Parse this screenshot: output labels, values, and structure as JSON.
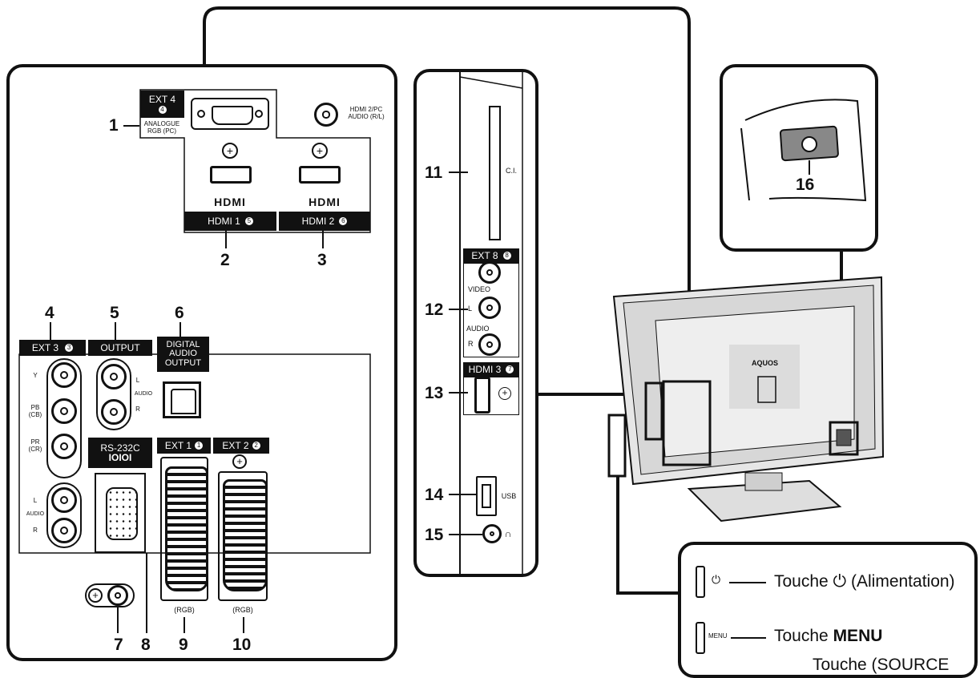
{
  "left_panel": {
    "ext4": {
      "header": "EXT 4",
      "badge": "4",
      "sub": "ANALOGUE RGB (PC)"
    },
    "hdmi_pc_audio": "HDMI 2/PC AUDIO (R/L)",
    "hdmi1": {
      "logo": "HDMI",
      "label": "HDMI 1",
      "badge": "5"
    },
    "hdmi2": {
      "logo": "HDMI",
      "label": "HDMI 2",
      "badge": "6"
    },
    "ext3": {
      "header": "EXT 3",
      "badge": "3",
      "labels": [
        "Y",
        "PB (CB)",
        "PR (CR)",
        "L",
        "AUDIO",
        "R"
      ]
    },
    "output": {
      "header": "OUTPUT",
      "audio_labels": [
        "L",
        "AUDIO",
        "R"
      ]
    },
    "digital_audio": {
      "header": "DIGITAL AUDIO OUTPUT"
    },
    "rs232c": {
      "header": "RS-232C",
      "sub": "IOIOI"
    },
    "ext1": {
      "header": "EXT 1",
      "badge": "1",
      "foot": "(RGB)"
    },
    "ext2": {
      "header": "EXT 2",
      "badge": "2",
      "foot": "(RGB)"
    },
    "numbers": [
      "1",
      "2",
      "3",
      "4",
      "5",
      "6",
      "7",
      "8",
      "9",
      "10"
    ]
  },
  "side_panel": {
    "ci": "C.I.",
    "ext8": {
      "header": "EXT 8",
      "badge": "8",
      "labels": [
        "VIDEO",
        "L",
        "AUDIO",
        "R"
      ]
    },
    "hdmi3": {
      "header": "HDMI 3",
      "badge": "7"
    },
    "usb": "USB",
    "headphone": "∩",
    "numbers": [
      "11",
      "12",
      "13",
      "14",
      "15"
    ]
  },
  "power_panel": {
    "number": "16"
  },
  "tv": {
    "brand": "AQUOS"
  },
  "keys_panel": {
    "power_key_icon": "⏻",
    "power_key_text": "Touche ⏻ (Alimentation)",
    "menu_key_icon": "MENU",
    "menu_key_prefix": "Touche ",
    "menu_key_bold": "MENU",
    "source_key_text": "Touche (SOURCE"
  }
}
